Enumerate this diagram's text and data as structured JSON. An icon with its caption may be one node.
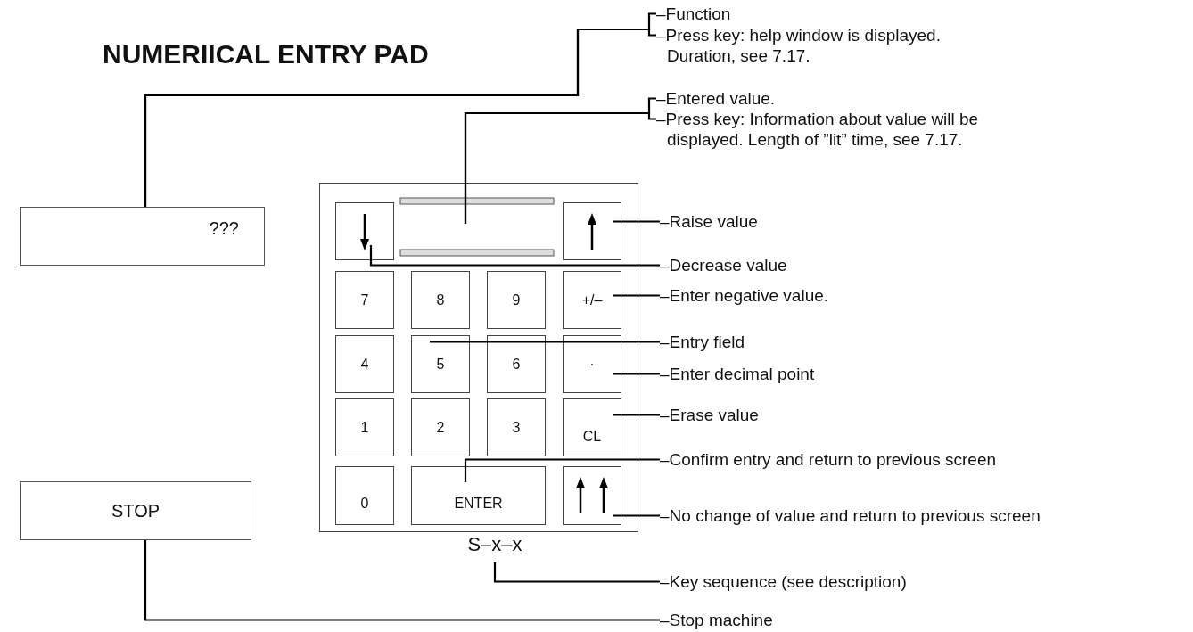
{
  "diagram": {
    "title": "NUMERIICAL ENTRY PAD",
    "nodes": [
      {
        "text": [
          "???"
        ]
      },
      {
        "text": [
          "STOP"
        ]
      },
      {
        "text": [],
        "shape": "box"
      },
      {
        "text": [],
        "shape": "bar",
        "in": 2
      },
      {
        "text": [],
        "shape": "box",
        "in": 2
      },
      {
        "text": [],
        "shape": "box",
        "in": 2
      },
      {
        "text": [
          "7"
        ],
        "in": 2
      },
      {
        "text": [
          "8"
        ],
        "in": 2
      },
      {
        "text": [
          "9"
        ],
        "in": 2
      },
      {
        "text": [
          "+/–"
        ],
        "in": 2
      },
      {
        "text": [
          "4"
        ],
        "in": 2
      },
      {
        "text": [
          "5"
        ],
        "in": 2
      },
      {
        "text": [
          "6"
        ],
        "in": 2
      },
      {
        "text": [
          "·"
        ],
        "in": 2
      },
      {
        "text": [
          "1"
        ],
        "in": 2
      },
      {
        "text": [
          "2"
        ],
        "in": 2
      },
      {
        "text": [
          "3"
        ],
        "in": 2
      },
      {
        "text": [
          "CL"
        ],
        "in": 2
      },
      {
        "text": [
          "0"
        ],
        "in": 2
      },
      {
        "text": [
          "ENTER"
        ],
        "in": 2
      },
      {
        "text": [],
        "shape": "box",
        "in": 2
      },
      {
        "text": [
          "S–x–x"
        ]
      },
      {
        "text": [
          "–Function"
        ]
      },
      {
        "text": [
          "–Press key: help window is displayed. Duration, see 7.17."
        ]
      },
      {
        "text": [
          "–Entered value."
        ]
      },
      {
        "text": [
          "–Press key: Information about value will be displayed. Length of ”lit” time, see 7.17."
        ]
      },
      {
        "text": [
          "–Raise value"
        ]
      },
      {
        "text": [
          "–Decrease value"
        ]
      },
      {
        "text": [
          "–Enter negative value."
        ]
      },
      {
        "text": [
          "–Entry field"
        ]
      },
      {
        "text": [
          "–Enter decimal point"
        ]
      },
      {
        "text": [
          "–Erase value"
        ]
      },
      {
        "text": [
          "–Confirm entry and return to previous screen"
        ]
      },
      {
        "text": [
          "–No change of value and return to previous screen"
        ]
      },
      {
        "text": [
          "–Key sequence (see description)"
        ]
      },
      {
        "text": [
          "–Stop machine"
        ]
      }
    ],
    "edges": [
      {
        "from": 0,
        "to": 22,
        "arrow": "none"
      },
      {
        "from": 0,
        "to": 23,
        "arrow": "none"
      },
      {
        "from": 3,
        "to": 24,
        "arrow": "none"
      },
      {
        "from": 3,
        "to": 25,
        "arrow": "none"
      },
      {
        "from": 5,
        "to": 26,
        "arrow": "none"
      },
      {
        "from": 4,
        "to": 27,
        "arrow": "none"
      },
      {
        "from": 9,
        "to": 28,
        "arrow": "none"
      },
      {
        "from": 11,
        "to": 29,
        "arrow": "none"
      },
      {
        "from": 13,
        "to": 30,
        "arrow": "none"
      },
      {
        "from": 17,
        "to": 31,
        "arrow": "none"
      },
      {
        "from": 19,
        "to": 32,
        "arrow": "none"
      },
      {
        "from": 20,
        "to": 33,
        "arrow": "none"
      },
      {
        "from": 21,
        "to": 34,
        "arrow": "none"
      },
      {
        "from": 1,
        "to": 35,
        "arrow": "none"
      }
    ]
  }
}
